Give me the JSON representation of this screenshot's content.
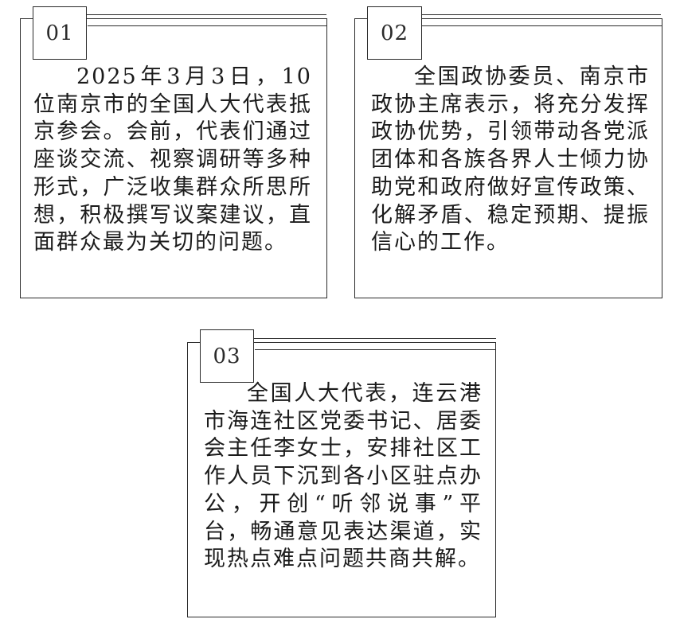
{
  "cards": [
    {
      "number": "01",
      "text": "2025年3月3日，10位南京市的全国人大代表抵京参会。会前，代表们通过座谈交流、视察调研等多种形式，广泛收集群众所思所想，积极撰写议案建议，直面群众最为关切的问题。"
    },
    {
      "number": "02",
      "text": "全国政协委员、南京市政协主席表示，将充分发挥政协优势，引领带动各党派团体和各族各界人士倾力协助党和政府做好宣传政策、化解矛盾、稳定预期、提振信心的工作。"
    },
    {
      "number": "03",
      "text": "全国人大代表，连云港市海连社区党委书记、居委会主任李女士，安排社区工作人员下沉到各小区驻点办公，开创“听邻说事”平台，畅通意见表达渠道，实现热点难点问题共商共解。"
    }
  ]
}
